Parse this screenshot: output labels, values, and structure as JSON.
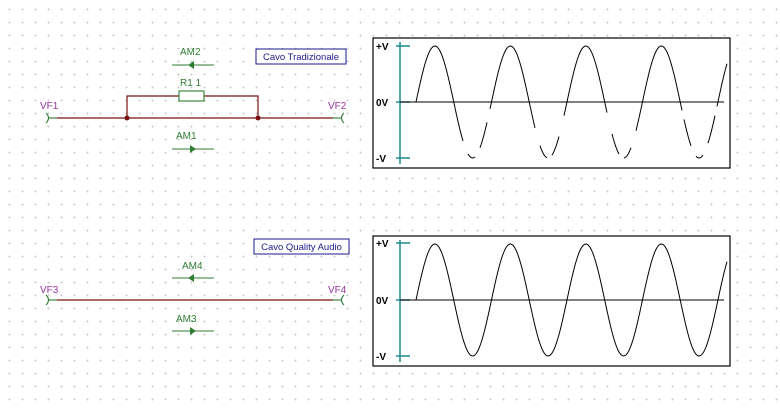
{
  "circuit_top": {
    "title": "Cavo Tradizionale",
    "probe_left": "VF1",
    "probe_right": "VF2",
    "resistor": "R1 1",
    "ammeter_top": "AM2",
    "ammeter_bottom": "AM1"
  },
  "circuit_bottom": {
    "title": "Cavo Quality Audio",
    "probe_left": "VF3",
    "probe_right": "VF4",
    "ammeter_top": "AM4",
    "ammeter_bottom": "AM3"
  },
  "scope_top": {
    "y_max_label": "+V",
    "y_mid_label": "0V",
    "y_min_label": "-V",
    "waveform": "sine",
    "cycles": 4,
    "clipped_negative": true
  },
  "scope_bottom": {
    "y_max_label": "+V",
    "y_mid_label": "0V",
    "y_min_label": "-V",
    "waveform": "sine",
    "cycles": 4,
    "clipped_negative": false
  },
  "colors": {
    "wire": "#7a1010",
    "component": "#2e7d32",
    "probe_label": "#993399",
    "title_border": "#1a1a8c",
    "axis": "#1b8a8a"
  }
}
